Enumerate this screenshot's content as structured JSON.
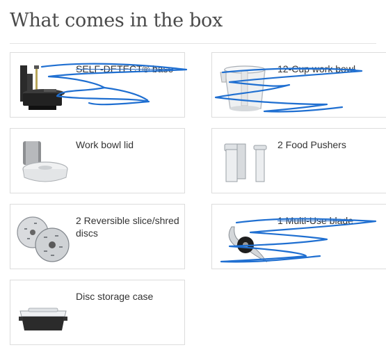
{
  "heading": "What comes in the box",
  "items": [
    {
      "label": "SELF-DETECT® base",
      "icon": "food-processor-base-icon",
      "crossed": true
    },
    {
      "label": "12-Cup work bowl",
      "icon": "work-bowl-icon",
      "crossed": true
    },
    {
      "label": "Work bowl lid",
      "icon": "bowl-lid-icon",
      "crossed": false
    },
    {
      "label": "2 Food Pushers",
      "icon": "food-pushers-icon",
      "crossed": false
    },
    {
      "label": "2 Reversible slice/shred discs",
      "icon": "slicing-discs-icon",
      "crossed": false
    },
    {
      "label": "1 Multi-Use blade",
      "icon": "multi-use-blade-icon",
      "crossed": true
    },
    {
      "label": "Disc storage case",
      "icon": "disc-storage-case-icon",
      "crossed": false
    }
  ],
  "colors": {
    "scribble": "#1f6fd1",
    "border": "#dcdcdc"
  }
}
